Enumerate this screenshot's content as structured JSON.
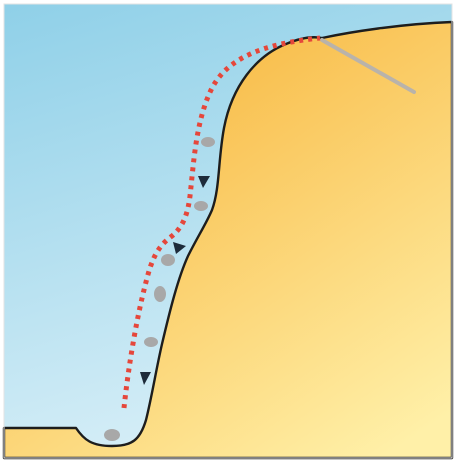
{
  "diagram": {
    "text_labels": [],
    "colors": {
      "sky_top": "#8fd0e8",
      "sky_bottom": "#d6eef7",
      "ground_dark": "#f7b43a",
      "ground_light": "#fff0a8",
      "outline": "#1d1d1d",
      "dotted_path": "#e5473b",
      "direction_arrows": "#1d2b3a",
      "sediment_particles": "#a8a8a8",
      "anchor_line": "#b9b3aa"
    },
    "elements": {
      "terrain": "slope-profile",
      "path": "dotted-trajectory",
      "arrows": [
        "arrow-upper",
        "arrow-middle",
        "arrow-lower"
      ],
      "particles": [
        "particle-1",
        "particle-2",
        "particle-3",
        "particle-4",
        "particle-5",
        "particle-6"
      ],
      "line": "anchor-line"
    }
  }
}
